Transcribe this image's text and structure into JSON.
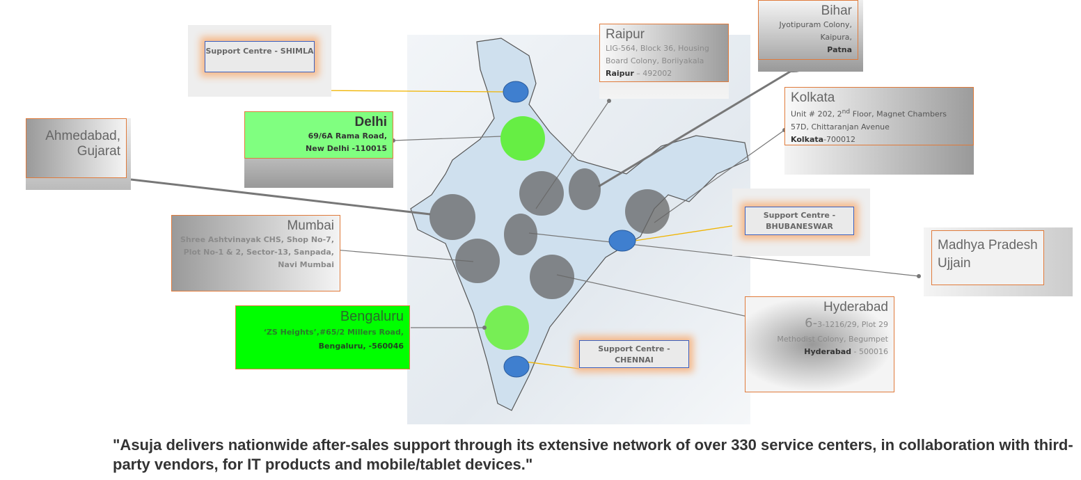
{
  "locations": {
    "shimla": {
      "label": "Support Centre - SHIMLA"
    },
    "delhi": {
      "title": "Delhi",
      "addr1": "69/6A Rama Road,",
      "addr2": "New Delhi -110015"
    },
    "ahmedabad": {
      "title1": "Ahmedabad,",
      "title2": "Gujarat"
    },
    "mumbai": {
      "title": "Mumbai",
      "addr1": "Shree Ashtvinayak CHS, Shop No-7,",
      "addr2": "Plot No-1 & 2, Sector-13, Sanpada,",
      "addr3": "Navi Mumbai"
    },
    "bengaluru": {
      "title": "Bengaluru",
      "addr1": "‘ZS Heights’,#65/2 Millers Road,",
      "addr2": "Bengaluru, -560046"
    },
    "chennai": {
      "label": "Support Centre - CHENNAI"
    },
    "raipur": {
      "title": "Raipur",
      "addr1": "LIG-564, Block 36, Housing",
      "addr2": "Board Colony, Boriiyakala",
      "city": "Raipur",
      "pin": " – 492002"
    },
    "bihar": {
      "title": "Bihar",
      "addr1": "Jyotipuram Colony,",
      "addr2": "Kaipura,",
      "city": "Patna"
    },
    "kolkata": {
      "title": "Kolkata",
      "addr1a": "Unit # 202, 2",
      "addr1sup": "nd",
      "addr1b": " Floor, Magnet Chambers",
      "addr2": "57D, Chittaranjan Avenue",
      "city": "Kolkata",
      "pin": "-700012"
    },
    "bhubaneswar": {
      "label": "Support Centre - BHUBANESWAR"
    },
    "mp": {
      "title1": "Madhya Pradesh",
      "title2": "Ujjain"
    },
    "hyderabad": {
      "title": "Hyderabad",
      "addr1big": "6-",
      "addr1": "3-1216/29, Plot 29",
      "addr2": "Methodist Colony, Begumpet",
      "city": "Hyderabad",
      "pin": " - 500016"
    }
  },
  "colors": {
    "support": "#3f7fcf",
    "office_green": "#66ee44",
    "office_grey": "#666666",
    "border": "#e07a3a"
  },
  "caption": "\"Asuja delivers nationwide after-sales support through its extensive network of over 330 service centers, in collaboration with third-party vendors, for IT products and mobile/tablet devices.\""
}
